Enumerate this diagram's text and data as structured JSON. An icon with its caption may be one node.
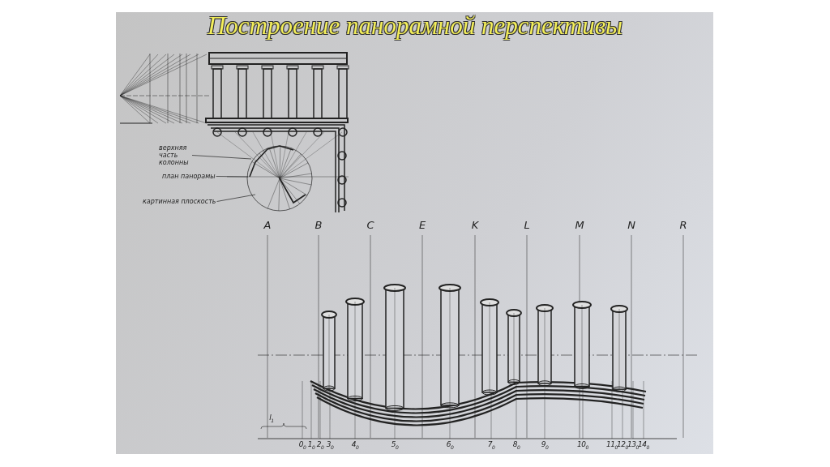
{
  "diagram": {
    "title": "Построение панорамной перспективы",
    "nodes": [
      {
        "text": [
          "верхняя часть колонны"
        ]
      },
      {
        "text": [
          "план панорамы"
        ]
      },
      {
        "text": [
          "картинная плоскость"
        ]
      }
    ],
    "edges": [
      {
        "from": 0,
        "to": null,
        "arrow": "none"
      },
      {
        "from": 1,
        "to": null,
        "arrow": "none"
      },
      {
        "from": 2,
        "to": null,
        "arrow": "none"
      }
    ],
    "labels": [
      "A",
      "B",
      "C",
      "E",
      "K",
      "L",
      "M",
      "N",
      "R",
      "l$_{1}$",
      "0$_{0}$",
      "1$_{0}$",
      "2$_{0}$",
      "3$_{0}$",
      "4$_{0}$",
      "5$_{0}$",
      "6$_{0}$",
      "7$_{0}$",
      "8$_{0}$",
      "9$_{0}$",
      "10$_{0}$",
      "11$_{0}$",
      "12$_{0}$",
      "13$_{0}$",
      "14$_{0}$"
    ]
  }
}
